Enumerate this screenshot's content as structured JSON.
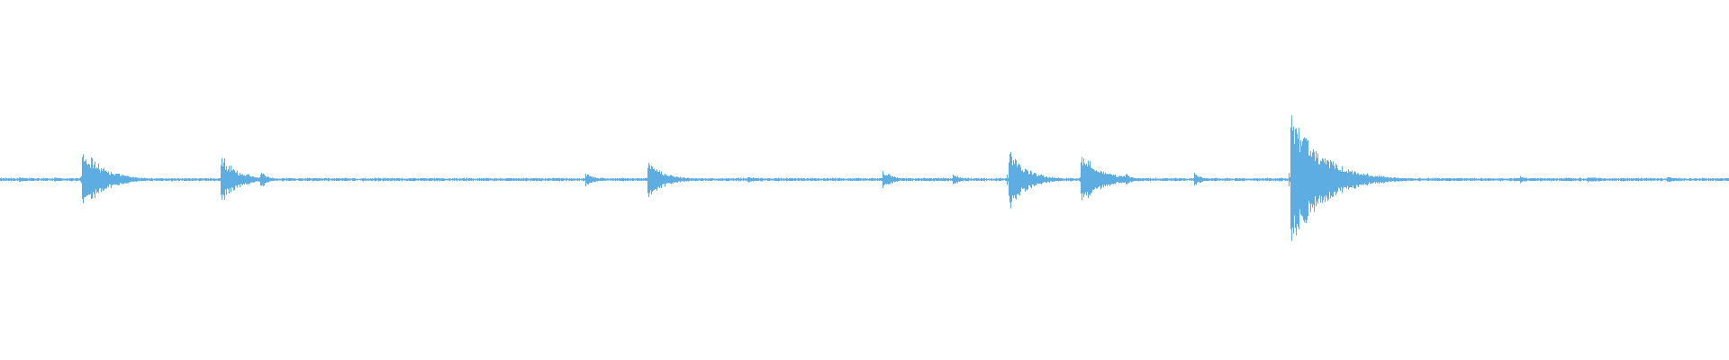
{
  "waveform": {
    "color": "#5dade2",
    "background": "#ffffff",
    "amplitude_scale": 1,
    "spikes": [
      {
        "t": 0.0105,
        "amp": 0.01,
        "decay": 0.004
      },
      {
        "t": 0.047,
        "amp": 0.105,
        "decay": 0.012
      },
      {
        "t": 0.1275,
        "amp": 0.075,
        "decay": 0.01
      },
      {
        "t": 0.1505,
        "amp": 0.03,
        "decay": 0.004
      },
      {
        "t": 0.3385,
        "amp": 0.02,
        "decay": 0.006
      },
      {
        "t": 0.374,
        "amp": 0.06,
        "decay": 0.01
      },
      {
        "t": 0.432,
        "amp": 0.012,
        "decay": 0.006
      },
      {
        "t": 0.51,
        "amp": 0.03,
        "decay": 0.006
      },
      {
        "t": 0.551,
        "amp": 0.02,
        "decay": 0.004
      },
      {
        "t": 0.583,
        "amp": 0.1,
        "decay": 0.01
      },
      {
        "t": 0.6245,
        "amp": 0.085,
        "decay": 0.012
      },
      {
        "t": 0.651,
        "amp": 0.02,
        "decay": 0.004
      },
      {
        "t": 0.6905,
        "amp": 0.025,
        "decay": 0.004
      },
      {
        "t": 0.746,
        "amp": 0.215,
        "decay": 0.018
      },
      {
        "t": 0.879,
        "amp": 0.012,
        "decay": 0.006
      },
      {
        "t": 0.918,
        "amp": 0.01,
        "decay": 0.01
      },
      {
        "t": 0.964,
        "amp": 0.008,
        "decay": 0.01
      }
    ]
  }
}
